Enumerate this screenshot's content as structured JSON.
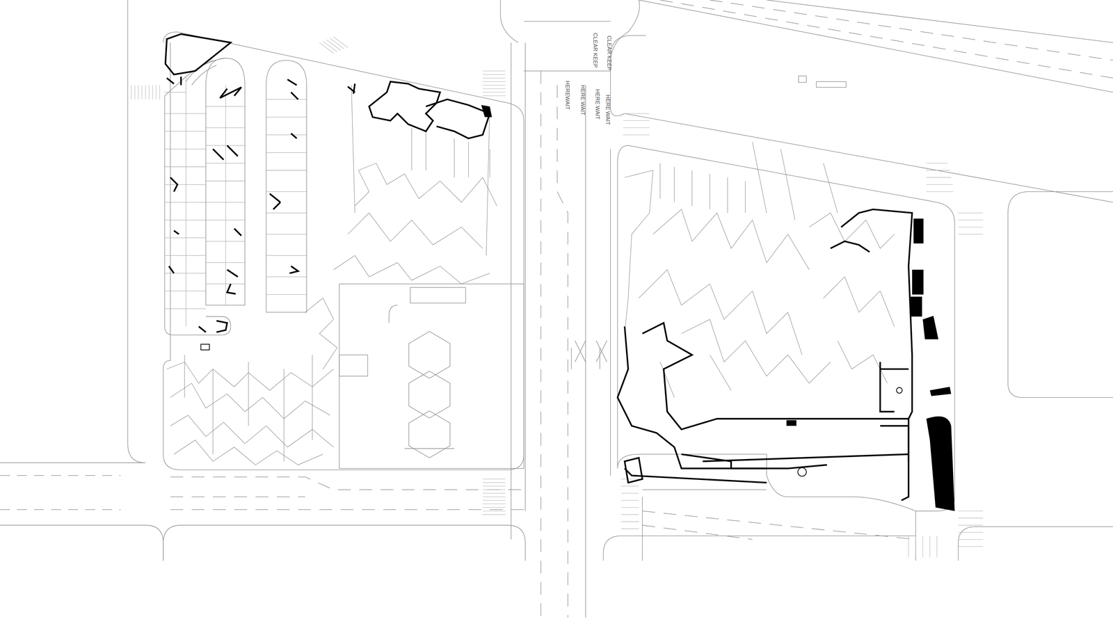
{
  "diagram": {
    "labels": [
      "CLEAR",
      "KEEP",
      "CLEAR",
      "KEEP",
      "HERE",
      "WAIT",
      "HERE",
      "WAIT",
      "HERE",
      "WAIT",
      "HERE",
      "WAIT"
    ]
  }
}
